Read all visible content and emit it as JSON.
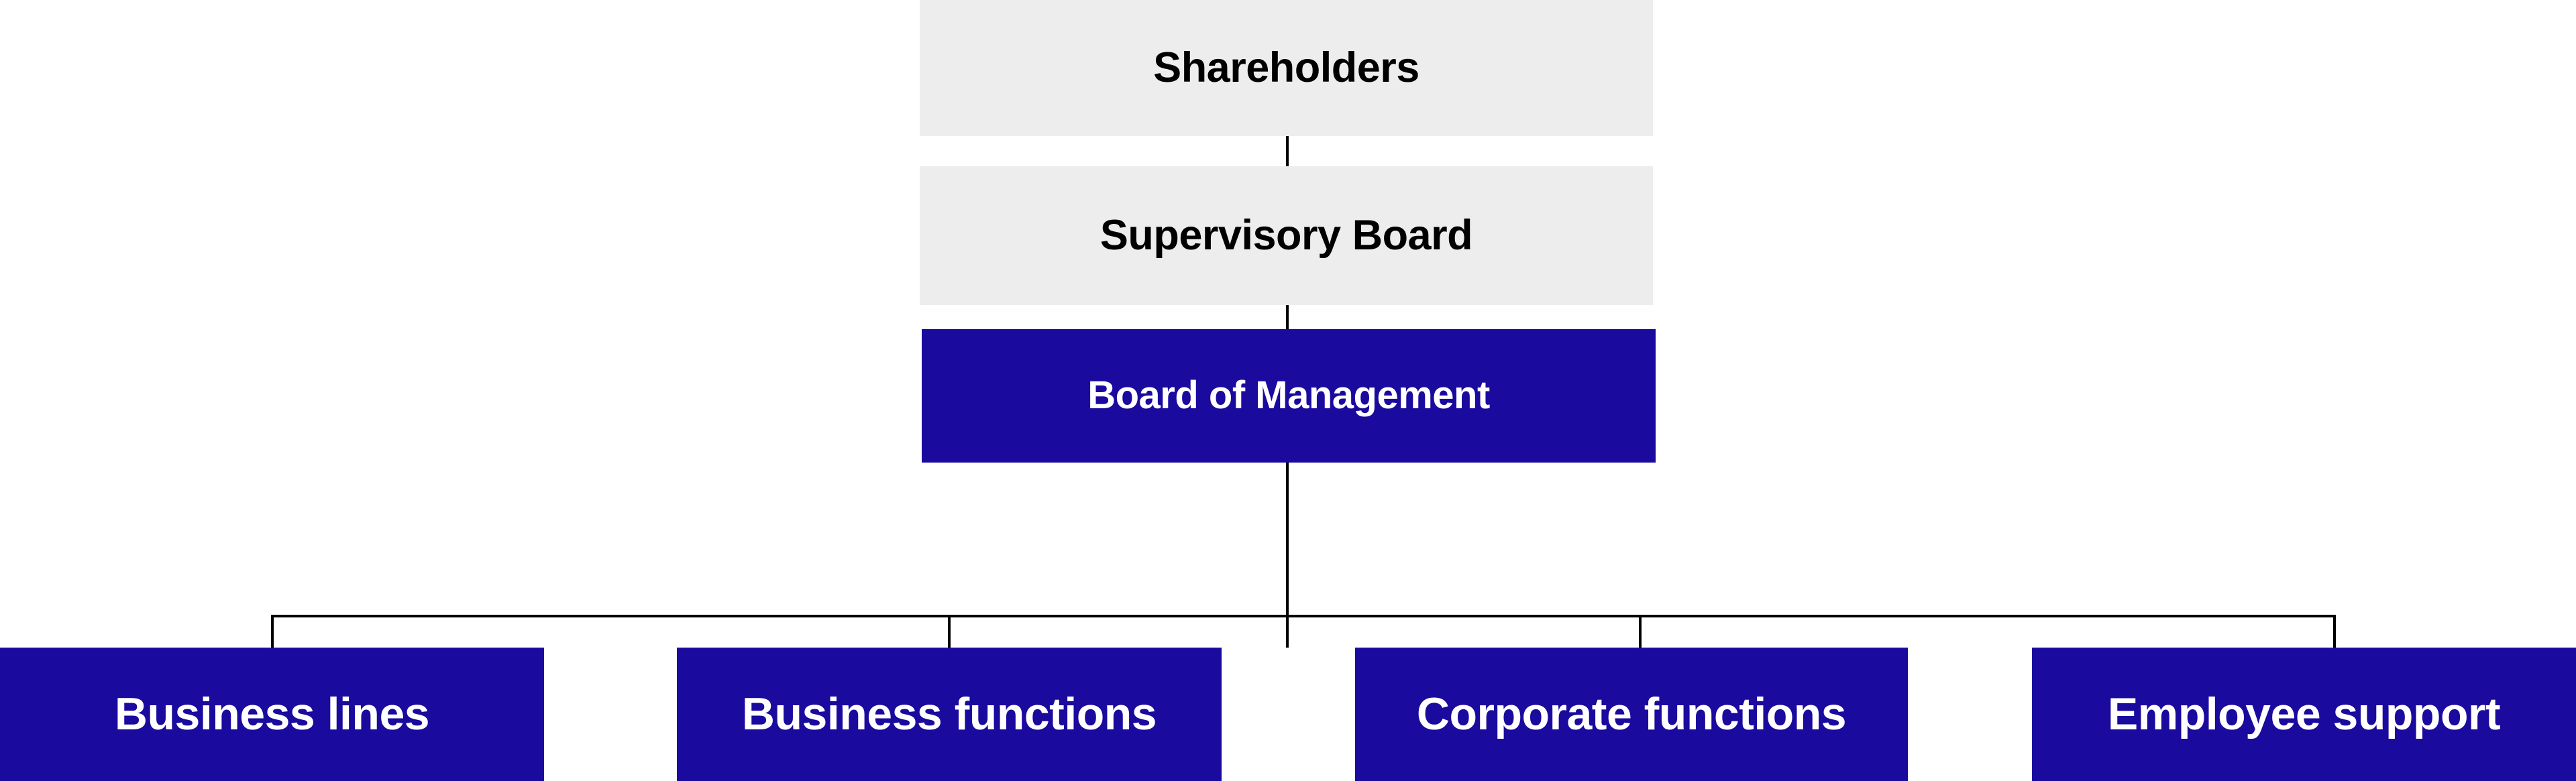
{
  "diagram": {
    "type": "organizational-hierarchy-chart",
    "title": "",
    "colors": {
      "primary_blue": "#1a0a9e",
      "neutral_grey": "#ededed",
      "connector_black": "#000000",
      "text_on_blue": "#ffffff",
      "text_on_grey": "#000000",
      "background": "#ffffff"
    },
    "tiers": [
      {
        "level": 1,
        "nodes": [
          {
            "id": "shareholders",
            "label": "Shareholders",
            "style": "grey"
          }
        ]
      },
      {
        "level": 2,
        "nodes": [
          {
            "id": "supervisory-board",
            "label": "Supervisory Board",
            "style": "grey"
          }
        ]
      },
      {
        "level": 3,
        "nodes": [
          {
            "id": "board-of-management",
            "label": "Board of Management",
            "style": "blue"
          }
        ]
      },
      {
        "level": 4,
        "nodes": [
          {
            "id": "business-lines",
            "label": "Business lines",
            "style": "blue"
          },
          {
            "id": "business-functions",
            "label": "Business functions",
            "style": "blue"
          },
          {
            "id": "corporate-functions",
            "label": "Corporate functions",
            "style": "blue"
          },
          {
            "id": "employee-support",
            "label": "Employee support",
            "style": "blue"
          }
        ]
      }
    ],
    "connections": [
      {
        "from": "shareholders",
        "to": "supervisory-board"
      },
      {
        "from": "supervisory-board",
        "to": "board-of-management"
      },
      {
        "from": "board-of-management",
        "to": "business-lines"
      },
      {
        "from": "board-of-management",
        "to": "business-functions"
      },
      {
        "from": "board-of-management",
        "to": "corporate-functions"
      },
      {
        "from": "board-of-management",
        "to": "employee-support"
      }
    ]
  }
}
